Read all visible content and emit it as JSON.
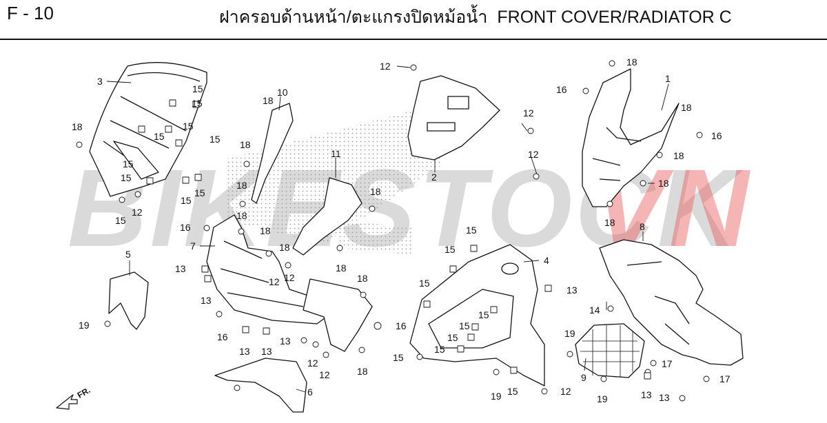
{
  "header": {
    "code": "F - 10",
    "title_th": "ฝาครอบด้านหน้า/ตะแกรงปิดหม้อน้ำ",
    "title_en": "FRONT COVER/RADIATOR C"
  },
  "watermark": {
    "part_a": "BIKESTOCK",
    "part_b": "VN"
  },
  "orientation": "FR.",
  "callouts": [
    "1",
    "2",
    "3",
    "4",
    "5",
    "6",
    "7",
    "8",
    "9",
    "10",
    "11",
    "12",
    "12",
    "12",
    "12",
    "12",
    "12",
    "12",
    "12",
    "12",
    "13",
    "13",
    "13",
    "13",
    "13",
    "13",
    "13",
    "13",
    "14",
    "15",
    "15",
    "15",
    "15",
    "15",
    "15",
    "15",
    "15",
    "15",
    "15",
    "15",
    "15",
    "15",
    "15",
    "15",
    "15",
    "15",
    "15",
    "15",
    "16",
    "16",
    "16",
    "16",
    "16",
    "17",
    "17",
    "18",
    "18",
    "18",
    "18",
    "18",
    "18",
    "18",
    "18",
    "18",
    "18",
    "18",
    "18",
    "18",
    "18",
    "18",
    "18",
    "19",
    "19",
    "19",
    "19"
  ]
}
